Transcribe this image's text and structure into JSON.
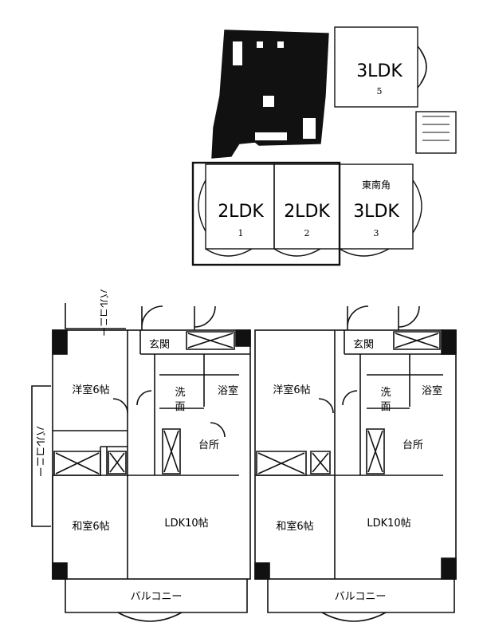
{
  "site": {
    "units": [
      {
        "type": "3LDK",
        "number": "5"
      },
      {
        "type": "2LDK",
        "number": "1"
      },
      {
        "type": "2LDK",
        "number": "2"
      },
      {
        "type": "3LDK",
        "number": "3",
        "tag": "東南角"
      }
    ]
  },
  "plan_left": {
    "entrance": "玄関",
    "western_room": "洋室6帖",
    "washroom_a": "洗",
    "washroom_b": "面",
    "bath": "浴室",
    "kitchen": "台所",
    "japanese_room": "和室6帖",
    "ldk": "LDK10帖",
    "balcony_bottom": "バルコニー",
    "balcony_side": "バルコニー",
    "balcony_top": "バルコニー"
  },
  "plan_right": {
    "entrance": "玄関",
    "western_room": "洋室6帖",
    "washroom_a": "洗",
    "washroom_b": "面",
    "bath": "浴室",
    "kitchen": "台所",
    "japanese_room": "和室6帖",
    "ldk": "LDK10帖",
    "balcony_bottom": "バルコニー"
  }
}
